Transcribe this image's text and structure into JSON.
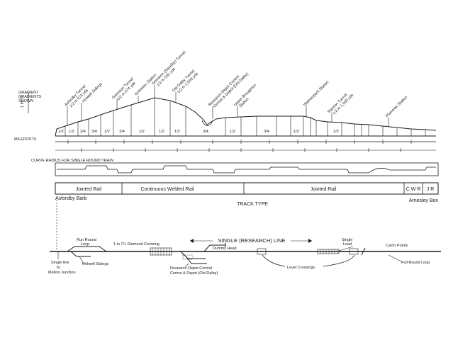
{
  "profile": {
    "gradient_note": [
      "GRADIENT",
      "GRADIENTS",
      "SHOWN"
    ],
    "vertical_label": "1 IN 77",
    "mileposts_label": "MILEPOSTS",
    "curve_label": "CURVE RADIUS FOR SINGLE ROUND TRAIN",
    "track_type_title": "TRACK TYPE",
    "stations": [
      {
        "text": "Asfordby Tunnel",
        "sub": "1/2 m 473 yds"
      },
      {
        "text": "Holwell Sidings",
        "sub": ""
      },
      {
        "text": "Grimston Tunnel",
        "sub": "1/2 m 374 yds"
      },
      {
        "text": "Grimston Station",
        "sub": ""
      },
      {
        "text": "Grimston (Saxelby) Tunnel",
        "sub": "1/2 m 531 yds"
      },
      {
        "text": "Old Dalby Tunnel",
        "sub": "1/2 m 1,059 yds"
      },
      {
        "text": "Research Depot Control",
        "sub": "Centre & Depot (Old Dalby)"
      },
      {
        "text": "Upper Broughton",
        "sub": "Station"
      },
      {
        "text": "Widmerpool Station",
        "sub": ""
      },
      {
        "text": "Stanton Tunnel",
        "sub": "1/2 m 1,000 yds"
      },
      {
        "text": "Plumtree Station",
        "sub": ""
      }
    ],
    "gradient_values": [
      "1/\n2",
      "1/\n2",
      "3/\n4",
      "3/\n4",
      "1/\n2",
      "3/\n4",
      "1/\n2",
      "1/\n2",
      "1/\n2",
      "3/\n4",
      "1/\n2",
      "3/\n4",
      "1/\n2",
      "1/\n2"
    ]
  },
  "track_types": [
    {
      "label": "Jointed Rail"
    },
    {
      "label": "Continuous Welded Rail"
    },
    {
      "label": "Jointed Rail"
    },
    {
      "label": "C W R"
    },
    {
      "label": "J R"
    }
  ],
  "track_ends": {
    "left": "Asfordby Barb",
    "right": "Arnesley Box"
  },
  "layout_labels": {
    "single_line_title": "SINGLE (RESEARCH) LINE",
    "single_line_to": [
      "Single line",
      "to",
      "Melton Junction"
    ],
    "run_round": [
      "Run Round",
      "Loop"
    ],
    "holwell": "Holwell Sidings",
    "diamond": "1 in 7½ Diamond Crossing",
    "dummy_head": "Dummy Head",
    "research_depot": [
      "Research Depot Control",
      "Centre & Depot (Old Dalby)"
    ],
    "level_crossings": "Level Crossings",
    "single_lead": [
      "Single",
      "Lead"
    ],
    "catch_points": "Catch Points",
    "full_round_loop": "Full Round Loop"
  }
}
